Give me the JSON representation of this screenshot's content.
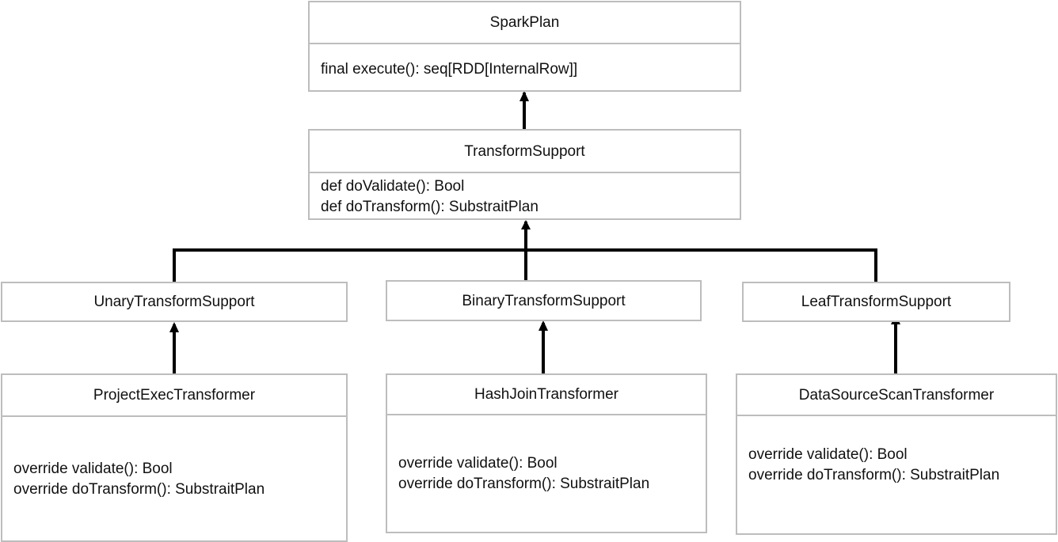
{
  "diagram": {
    "sparkplan": {
      "title": "SparkPlan",
      "methods": [
        "final execute():  seq[RDD[InternalRow]]"
      ]
    },
    "transform_support": {
      "title": "TransformSupport",
      "methods": [
        "def doValidate():  Bool",
        "def doTransform(): SubstraitPlan"
      ]
    },
    "unary": {
      "title": "UnaryTransformSupport"
    },
    "binary": {
      "title": "BinaryTransformSupport"
    },
    "leaf": {
      "title": "LeafTransformSupport"
    },
    "project_exec": {
      "title": "ProjectExecTransformer",
      "methods": [
        "override validate():  Bool",
        "override doTransform(): SubstraitPlan"
      ]
    },
    "hash_join": {
      "title": "HashJoinTransformer",
      "methods": [
        "override validate():  Bool",
        "override doTransform(): SubstraitPlan"
      ]
    },
    "datasource_scan": {
      "title": "DataSourceScanTransformer",
      "methods": [
        "override validate():  Bool",
        "override doTransform(): SubstraitPlan"
      ]
    },
    "colors": {
      "border": "#bdbdbd",
      "arrow": "#000000",
      "text": "#111111"
    }
  }
}
